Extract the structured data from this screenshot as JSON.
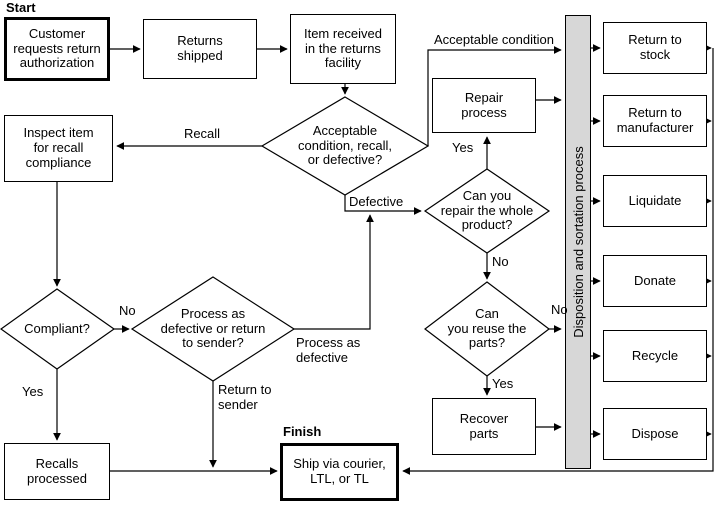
{
  "diagram": {
    "start_label": "Start",
    "finish_label": "Finish",
    "nodes": {
      "customer": "Customer\nrequests return\nauthorization",
      "returns_shipped": "Returns\nshipped",
      "item_received": "Item received\nin the returns\nfacility",
      "acceptable_q": "Acceptable\ncondition, recall,\nor defective?",
      "inspect": "Inspect item\nfor recall\ncompliance",
      "repair_process": "Repair\nprocess",
      "repair_q": "Can you\nrepair the whole\nproduct?",
      "reuse_q": "Can\nyou reuse the\nparts?",
      "recover_parts": "Recover\nparts",
      "compliant_q": "Compliant?",
      "process_q": "Process as\ndefective or return\nto sender?",
      "recalls_processed": "Recalls\nprocessed",
      "ship": "Ship via courier,\nLTL, or TL",
      "disposition_bar": "Disposition and sortation process"
    },
    "outcomes": [
      "Return to\nstock",
      "Return to\nmanufacturer",
      "Liquidate",
      "Donate",
      "Recycle",
      "Dispose"
    ],
    "edge_labels": {
      "acceptable_condition": "Acceptable condition",
      "recall": "Recall",
      "defective": "Defective",
      "repair_yes": "Yes",
      "repair_no": "No",
      "reuse_no": "No",
      "reuse_yes": "Yes",
      "compliant_no": "No",
      "compliant_yes": "Yes",
      "process_as_defective": "Process as\ndefective",
      "return_to_sender": "Return to\nsender"
    },
    "colors": {
      "line": "#000000",
      "node_fill": "#ffffff",
      "bar_fill": "#d7d7d7"
    }
  }
}
